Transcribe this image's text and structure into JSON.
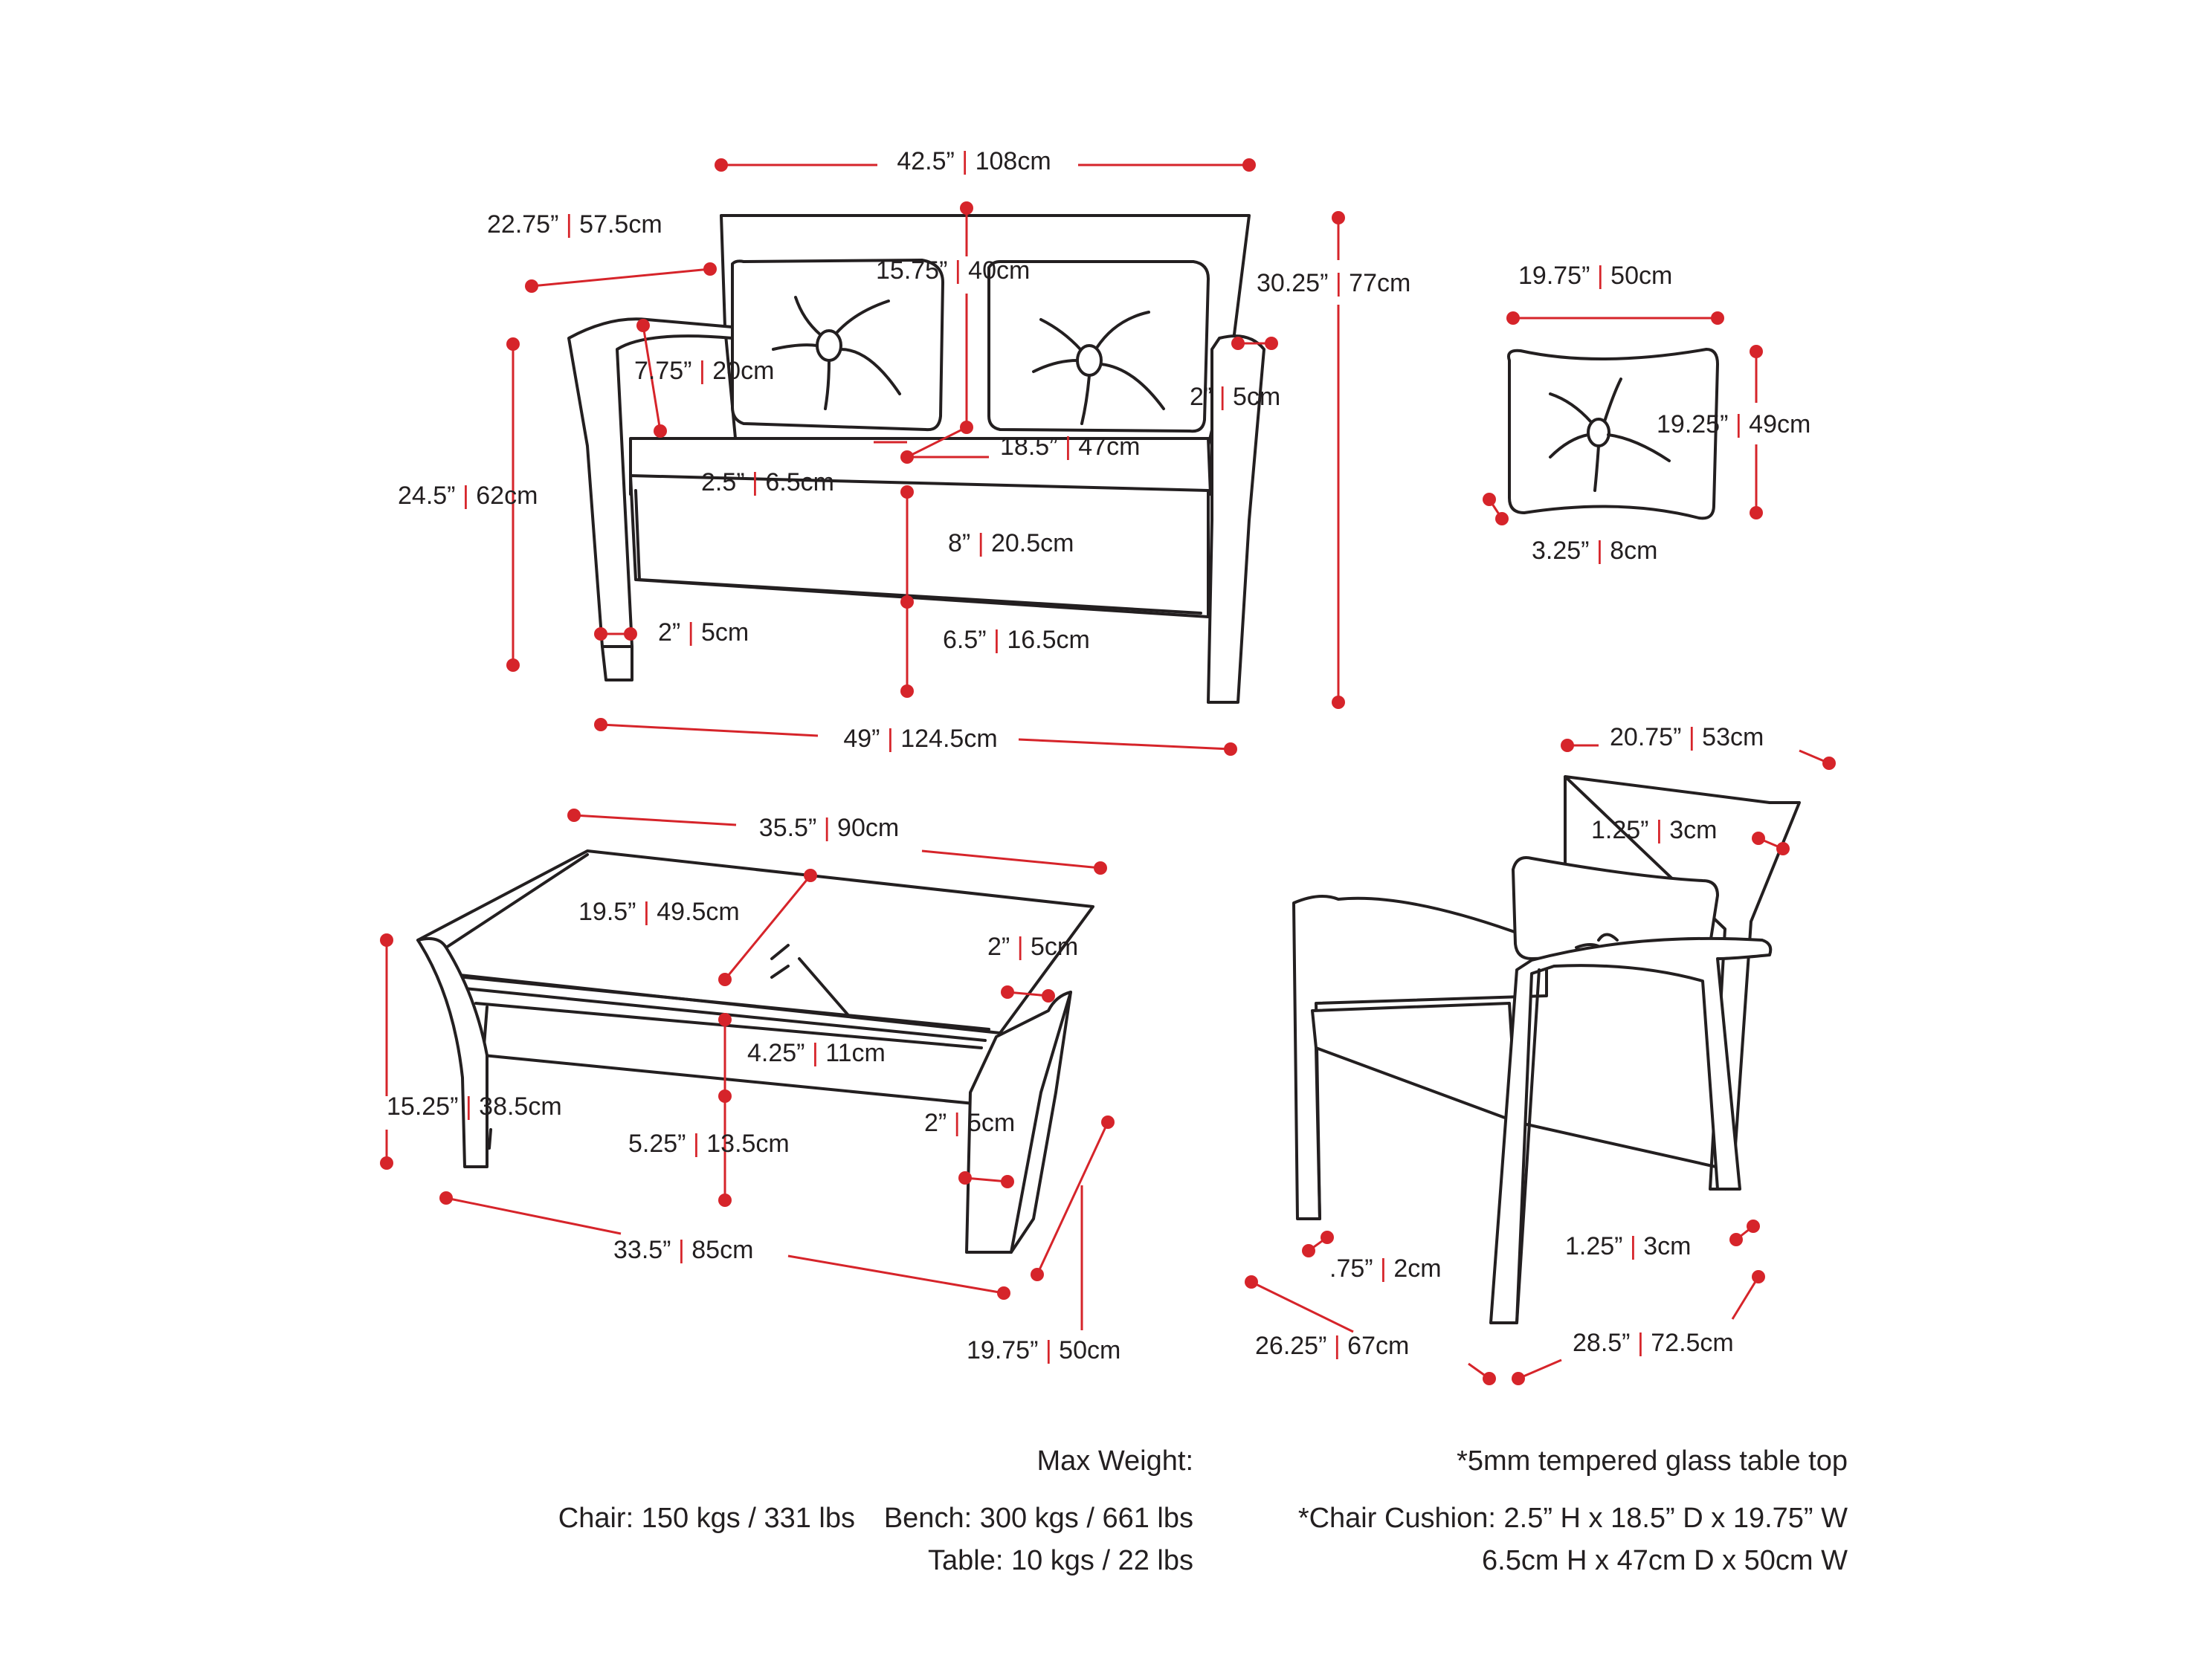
{
  "colors": {
    "dimension": "#d6242a",
    "outline": "#231f20",
    "background": "#ffffff"
  },
  "sep": "|",
  "bench": {
    "width_top": {
      "in": "42.5”",
      "cm": "108cm"
    },
    "arm_depth": {
      "in": "22.75”",
      "cm": "57.5cm"
    },
    "back_cushion_h": {
      "in": "15.75”",
      "cm": "40cm"
    },
    "height": {
      "in": "30.25”",
      "cm": "77cm"
    },
    "arm_height": {
      "in": "7.75”",
      "cm": "20cm"
    },
    "arm_width": {
      "in": "2”",
      "cm": "5cm"
    },
    "seat_depth": {
      "in": "18.5”",
      "cm": "47cm"
    },
    "cushion_thick": {
      "in": "2.5”",
      "cm": "6.5cm"
    },
    "seat_height_total": {
      "in": "24.5”",
      "cm": "62cm"
    },
    "apron": {
      "in": "8”",
      "cm": "20.5cm"
    },
    "leg_width": {
      "in": "2”",
      "cm": "5cm"
    },
    "leg_height": {
      "in": "6.5”",
      "cm": "16.5cm"
    },
    "width_bottom": {
      "in": "49”",
      "cm": "124.5cm"
    }
  },
  "pillow": {
    "width": {
      "in": "19.75”",
      "cm": "50cm"
    },
    "height": {
      "in": "19.25”",
      "cm": "49cm"
    },
    "thickness": {
      "in": "3.25”",
      "cm": "8cm"
    }
  },
  "table": {
    "length_top": {
      "in": "35.5”",
      "cm": "90cm"
    },
    "depth_top": {
      "in": "19.5”",
      "cm": "49.5cm"
    },
    "leg_top": {
      "in": "2”",
      "cm": "5cm"
    },
    "apron": {
      "in": "4.25”",
      "cm": "11cm"
    },
    "height": {
      "in": "15.25”",
      "cm": "38.5cm"
    },
    "clearance": {
      "in": "5.25”",
      "cm": "13.5cm"
    },
    "leg_width": {
      "in": "2”",
      "cm": "5cm"
    },
    "length_bottom": {
      "in": "33.5”",
      "cm": "85cm"
    },
    "depth_bottom": {
      "in": "19.75”",
      "cm": "50cm"
    }
  },
  "chair": {
    "width_top": {
      "in": "20.75”",
      "cm": "53cm"
    },
    "back_thick": {
      "in": "1.25”",
      "cm": "3cm"
    },
    "leg_front": {
      "in": ".75”",
      "cm": "2cm"
    },
    "leg_back": {
      "in": "1.25”",
      "cm": "3cm"
    },
    "depth": {
      "in": "26.25”",
      "cm": "67cm"
    },
    "width": {
      "in": "28.5”",
      "cm": "72.5cm"
    }
  },
  "notes": {
    "max_weight_title": "Max Weight:",
    "chair_weight": "Chair: 150 kgs / 331 lbs",
    "bench_weight": "Bench: 300 kgs / 661 lbs",
    "table_weight": "Table: 10 kgs / 22 lbs",
    "glass": "*5mm tempered glass table top",
    "cushion_in": "*Chair Cushion: 2.5” H x 18.5” D x 19.75” W",
    "cushion_cm": "6.5cm H x 47cm D x 50cm W"
  }
}
